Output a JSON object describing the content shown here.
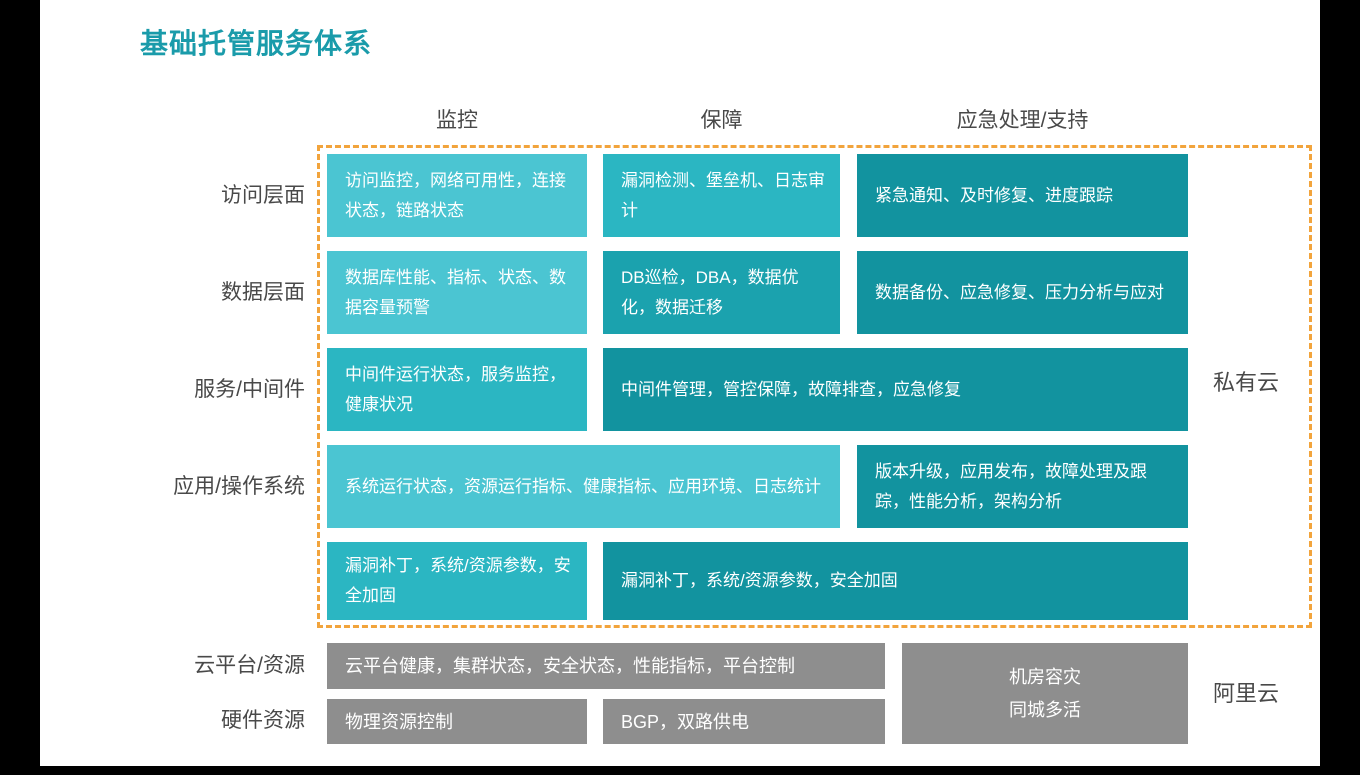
{
  "title": "基础托管服务体系",
  "column_headers": [
    "监控",
    "保障",
    "应急处理/支持"
  ],
  "row_labels": [
    "访问层面",
    "数据层面",
    "服务/中间件",
    "应用/操作系统",
    "云平台/资源",
    "硬件资源"
  ],
  "zone_labels": {
    "private_cloud": "私有云",
    "ali_cloud": "阿里云"
  },
  "cells": [
    {
      "row": "访问层面",
      "column": "监控",
      "text": "访问监控，网络可用性，连接状态，链路状态"
    },
    {
      "row": "访问层面",
      "column": "保障",
      "text": "漏洞检测、堡垒机、日志审计"
    },
    {
      "row": "访问层面",
      "column": "应急处理/支持",
      "text": "紧急通知、及时修复、进度跟踪"
    },
    {
      "row": "数据层面",
      "column": "监控",
      "text": "数据库性能、指标、状态、数据容量预警"
    },
    {
      "row": "数据层面",
      "column": "保障",
      "text": "DB巡检，DBA，数据优化，数据迁移"
    },
    {
      "row": "数据层面",
      "column": "应急处理/支持",
      "text": "数据备份、应急修复、压力分析与应对"
    },
    {
      "row": "服务/中间件",
      "column": "监控",
      "text": "中间件运行状态，服务监控，健康状况"
    },
    {
      "row": "服务/中间件",
      "column": "保障 + 应急处理/支持",
      "text": "中间件管理，管控保障，故障排查，应急修复"
    },
    {
      "row": "应用/操作系统",
      "column": "监控 + 保障",
      "text": "系统运行状态，资源运行指标、健康指标、应用环境、日志统计"
    },
    {
      "row": "应用/操作系统",
      "column": "应急处理/支持",
      "text": "版本升级，应用发布，故障处理及跟踪，性能分析，架构分析"
    },
    {
      "row": "",
      "column": "监控",
      "text": "漏洞补丁，系统/资源参数，安全加固"
    },
    {
      "row": "",
      "column": "保障 + 应急处理/支持",
      "text": "漏洞补丁，系统/资源参数，安全加固"
    },
    {
      "row": "云平台/资源",
      "column": "监控 + 保障",
      "text": "云平台健康，集群状态，安全状态，性能指标，平台控制"
    },
    {
      "row": "硬件资源",
      "column": "监控",
      "text": "物理资源控制"
    },
    {
      "row": "硬件资源",
      "column": "保障",
      "text": "BGP，双路供电"
    }
  ],
  "disaster_recovery_cell": {
    "line1": "机房容灾",
    "line2": "同城多活"
  },
  "colors": {
    "title_teal": "#1A9BAA",
    "cell_light": "#4BC5D2",
    "cell_medium": "#2BB6C2",
    "cell_deep": "#12939F",
    "cell_deep2": "#1BA2AE",
    "cell_gray": "#8E8E8E",
    "dashed_border": "#F2A43C",
    "label_gray": "#494949",
    "cell_text": "#FFFFFF"
  }
}
